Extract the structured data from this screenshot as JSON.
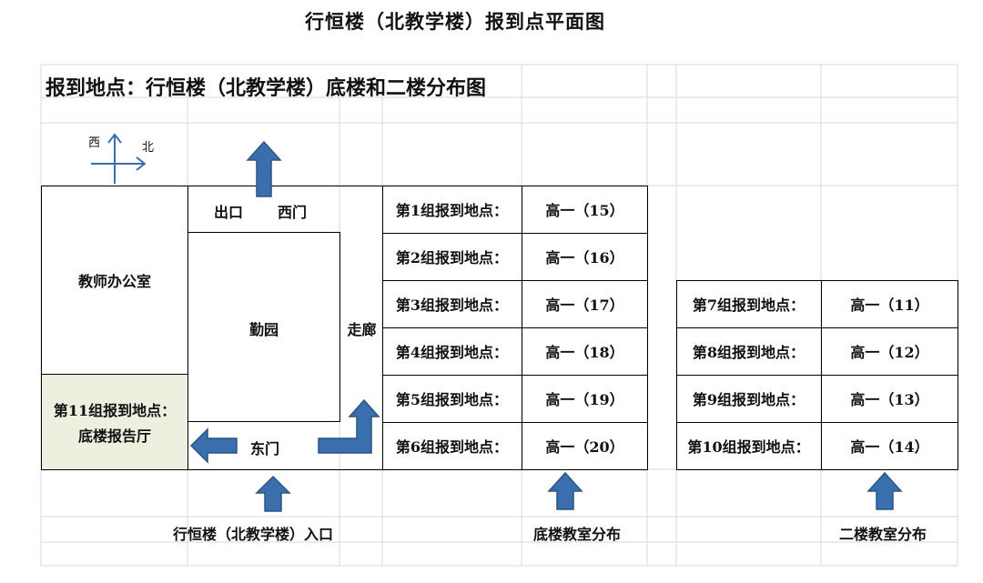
{
  "title": "行恒楼（北教学楼）报到点平面图",
  "subtitle": "报到地点：行恒楼（北教学楼）底楼和二楼分布图",
  "compass": {
    "west": "西",
    "north": "北"
  },
  "rooms": {
    "teachers_office": "教师办公室",
    "exit_label": "出口",
    "west_gate": "西门",
    "qinyuan": "勤园",
    "corridor": "走廊",
    "hall_line1": "第11组报到地点：",
    "hall_line2": "底楼报告厅",
    "east_gate": "东门"
  },
  "ground_floor": [
    {
      "group": "第1组报到地点：",
      "room": "高一（15）"
    },
    {
      "group": "第2组报到地点：",
      "room": "高一（16）"
    },
    {
      "group": "第3组报到地点：",
      "room": "高一（17）"
    },
    {
      "group": "第4组报到地点：",
      "room": "高一（18）"
    },
    {
      "group": "第5组报到地点：",
      "room": "高一（19）"
    },
    {
      "group": "第6组报到地点：",
      "room": "高一（20）"
    }
  ],
  "second_floor": [
    {
      "group": "第7组报到地点：",
      "room": "高一（11）"
    },
    {
      "group": "第8组报到地点：",
      "room": "高一（12）"
    },
    {
      "group": "第9组报到地点：",
      "room": "高一（13）"
    },
    {
      "group": "第10组报到地点：",
      "room": "高一（14）"
    }
  ],
  "footer": {
    "entrance": "行恒楼（北教学楼）入口",
    "ground_floor_label": "底楼教室分布",
    "second_floor_label": "二楼教室分布"
  },
  "colors": {
    "arrow": "#3a6fad",
    "arrow_stroke": "#2b5485",
    "hall_fill": "#ebf1de"
  }
}
